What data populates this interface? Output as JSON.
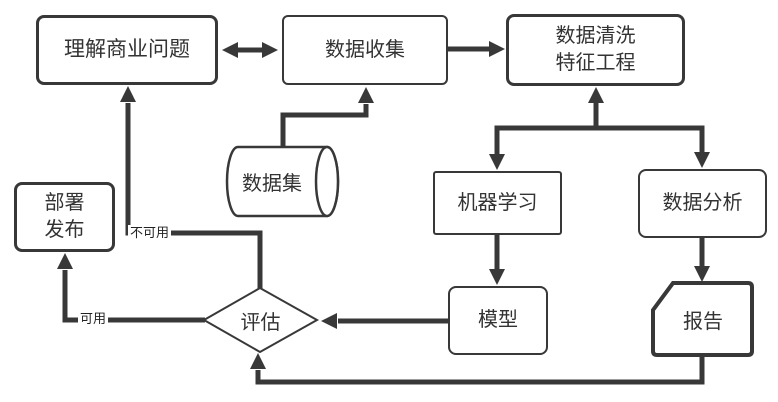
{
  "diagram": {
    "nodes": {
      "understand_business": {
        "label": "理解商业问题"
      },
      "data_collection": {
        "label": "数据收集"
      },
      "data_cleaning_feature": {
        "label": "数据清洗\n特征工程"
      },
      "dataset": {
        "label": "数据集"
      },
      "machine_learning": {
        "label": "机器学习"
      },
      "data_analysis": {
        "label": "数据分析"
      },
      "deploy_release": {
        "label": "部署\n发布"
      },
      "evaluation": {
        "label": "评估"
      },
      "model": {
        "label": "模型"
      },
      "report": {
        "label": "报告"
      }
    },
    "edge_labels": {
      "unavailable": "不可用",
      "available": "可用"
    },
    "colors": {
      "stroke": "#383838",
      "text": "#333333",
      "background": "#ffffff"
    }
  }
}
